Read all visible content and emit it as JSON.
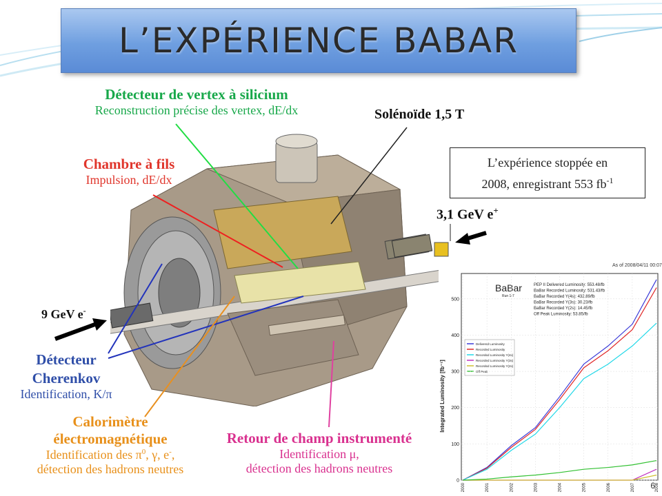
{
  "title": "L’EXPÉRIENCE BABAR",
  "labels": {
    "vertex_title": "Détecteur de vertex à silicium",
    "vertex_sub": "Reconstruction précise des vertex, dE/dx",
    "chamber_title": "Chambre à fils",
    "chamber_sub": "Impulsion, dE/dx",
    "solenoid": "Solénoïde 1,5 T",
    "positron_value": "3,1 GeV e",
    "positron_sup": "+",
    "electron_value": "9 GeV e",
    "electron_sup": "-",
    "cherenkov_title_1": "Détecteur",
    "cherenkov_title_2": "Cherenkov",
    "cherenkov_sub": "Identification, K/π",
    "calo_title_1": "Calorimètre",
    "calo_title_2": "électromagnétique",
    "calo_sub_1": "Identification des π",
    "calo_sub_1_sup": "0",
    "calo_sub_1_rest": ", γ, e",
    "calo_sub_1_sup2": "-",
    "calo_sub_1_end": ",",
    "calo_sub_2": "détection des hadrons neutres",
    "ifr_title": "Retour de champ instrumenté",
    "ifr_sub_1": "Identification μ,",
    "ifr_sub_2": "détection des hadrons neutres"
  },
  "info_box": {
    "line1": "L’expérience stoppée en",
    "line2": "2008, enregistrant 553 fb",
    "line2_sup": "-1"
  },
  "page_number": "6",
  "plot": {
    "header": "As of 2008/04/11 00:07",
    "brand": "BaBar",
    "run": "Run 1-7",
    "ylabel": "Integrated Luminosity [fb⁻¹]",
    "stats": [
      "PEP II Delivered Luminosity: 553.48/fb",
      "BaBar Recorded Luminosity: 531.43/fb",
      "BaBar Recorded Y(4s): 432.89/fb",
      "BaBar Recorded Y(3s): 30.23/fb",
      "BaBar Recorded Y(2s): 14.45/fb",
      "Off Peak Luminosity: 53.85/fb"
    ],
    "legend": [
      "Delivered Luminosity",
      "Recorded Luminosity",
      "Recorded Luminosity Y(4s)",
      "Recorded Luminosity Y(3s)",
      "Recorded Luminosity Y(2s)",
      "Off Peak"
    ],
    "yticks": [
      "0",
      "100",
      "200",
      "300",
      "400",
      "500"
    ],
    "xticks": [
      "2000",
      "2001",
      "2002",
      "2003",
      "2004",
      "2005",
      "2006",
      "2007",
      "2008"
    ]
  },
  "chart_data": {
    "type": "line",
    "x": [
      2000,
      2001,
      2002,
      2003,
      2004,
      2005,
      2006,
      2007,
      2008
    ],
    "ylim": [
      0,
      570
    ],
    "series": [
      {
        "name": "Delivered Luminosity",
        "color": "#3a3ad8",
        "values": [
          0,
          35,
          95,
          145,
          230,
          320,
          370,
          430,
          553
        ]
      },
      {
        "name": "Recorded Luminosity",
        "color": "#e02828",
        "values": [
          0,
          33,
          90,
          140,
          222,
          310,
          357,
          415,
          531
        ]
      },
      {
        "name": "Recorded Luminosity Y(4s)",
        "color": "#20d8e8",
        "values": [
          0,
          30,
          82,
          127,
          200,
          280,
          320,
          370,
          433
        ]
      },
      {
        "name": "Recorded Luminosity Y(3s)",
        "color": "#c030c0",
        "values": [
          0,
          0,
          0,
          0,
          0,
          0,
          0,
          0,
          30
        ]
      },
      {
        "name": "Recorded Luminosity Y(2s)",
        "color": "#d0c030",
        "values": [
          0,
          0,
          0,
          0,
          0,
          0,
          0,
          0,
          14
        ]
      },
      {
        "name": "Off Peak",
        "color": "#30c030",
        "values": [
          0,
          3,
          9,
          14,
          21,
          30,
          35,
          42,
          54
        ]
      }
    ]
  }
}
